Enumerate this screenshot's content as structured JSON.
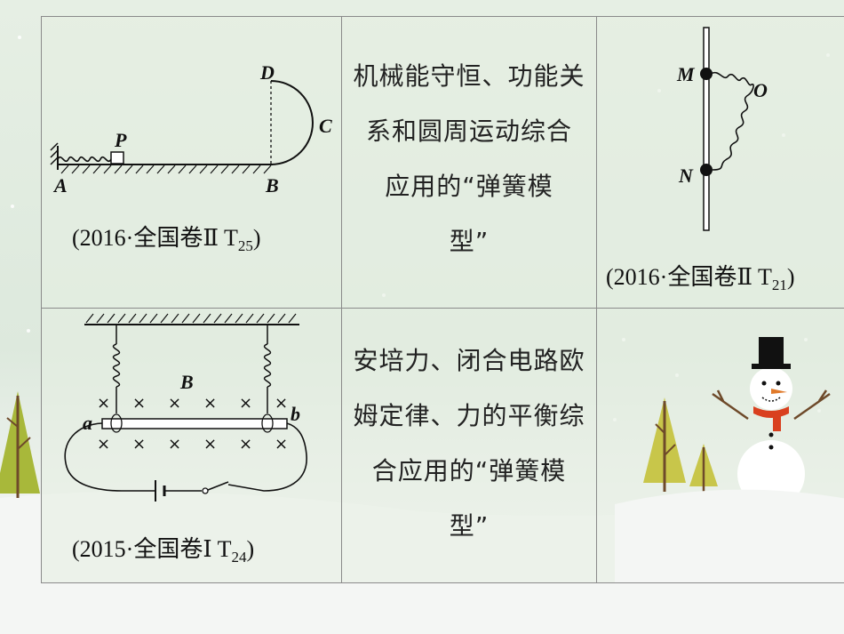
{
  "table": {
    "row1": {
      "figure1": {
        "labels": {
          "A": "A",
          "B": "B",
          "C": "C",
          "D": "D",
          "P": "P"
        },
        "caption_prefix": "(2016·全国卷Ⅱ T",
        "caption_sub": "25",
        "caption_suffix": ")"
      },
      "description": {
        "lines": [
          "机械能守恒、功能关",
          "系和圆周运动综合",
          "应用的“弹簧模",
          "型”"
        ]
      },
      "figure2": {
        "labels": {
          "M": "M",
          "N": "N",
          "O": "O"
        },
        "caption_prefix": "(2016·全国卷Ⅱ T",
        "caption_sub": "21",
        "caption_suffix": ")"
      }
    },
    "row2": {
      "figure3": {
        "labels": {
          "B": "B",
          "a": "a",
          "b": "b"
        },
        "caption_prefix": "(2015·全国卷Ⅰ T",
        "caption_sub": "24",
        "caption_suffix": ")"
      },
      "description": {
        "lines": [
          "安培力、闭合电路欧",
          "姆定律、力的平衡综",
          "合应用的“弹簧模",
          "型”"
        ]
      }
    }
  },
  "colors": {
    "border": "#8a8a8a",
    "text": "#222222",
    "tree": "#a8b83a",
    "trunk": "#6e4a2a",
    "scarf": "#d9401f",
    "hat": "#111111"
  }
}
